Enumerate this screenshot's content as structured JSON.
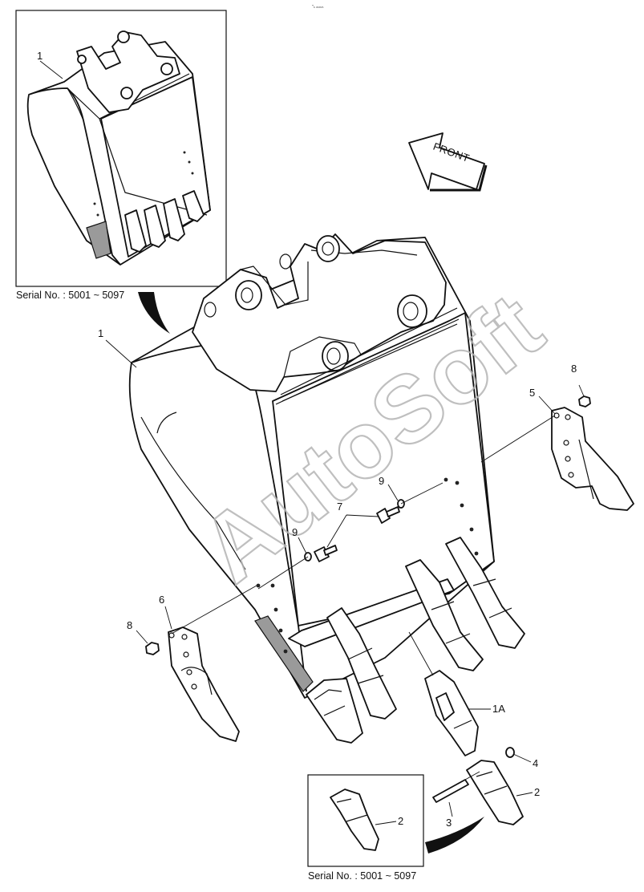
{
  "header_mark": "″ₙ ₘₘₘ",
  "watermark": "AutoSoft",
  "direction_label": "FRONT",
  "insets": {
    "top_left": {
      "serial": "Serial No. : 5001 ~ 5097",
      "callout": "1"
    },
    "bottom": {
      "serial": "Serial No. : 5001 ~ 5097",
      "callout": "2"
    }
  },
  "callouts": {
    "c1": "1",
    "c1a": "1A",
    "c2": "2",
    "c3": "3",
    "c4": "4",
    "c5": "5",
    "c6": "6",
    "c7": "7",
    "c8_left": "8",
    "c8_right": "8",
    "c9_upper": "9",
    "c9_lower": "9"
  }
}
